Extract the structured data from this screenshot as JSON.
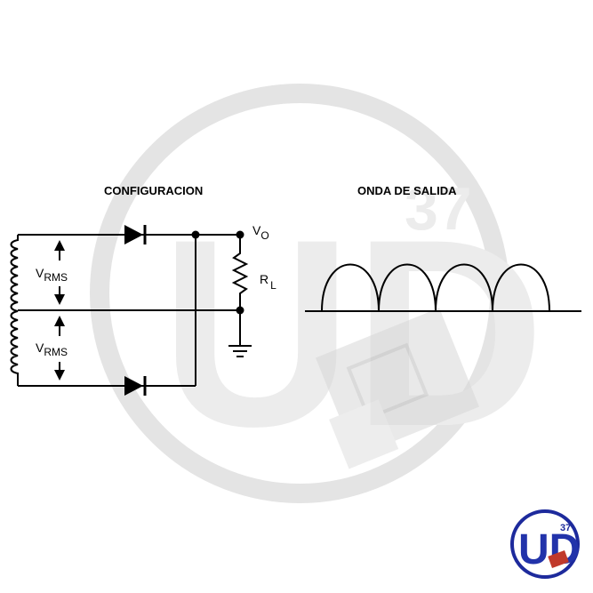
{
  "headings": {
    "configuration": "CONFIGURACION",
    "output_wave": "ONDA DE SALIDA"
  },
  "labels": {
    "v_main": "V",
    "v_sub": "O",
    "r_main": "R",
    "r_sub": "L",
    "vrms_main": "V",
    "vrms_sub": "RMS"
  },
  "watermark": {
    "text": "UD",
    "superscript": "37"
  },
  "logo": {
    "text": "UD",
    "superscript": "37"
  },
  "colors": {
    "line": "#000000",
    "watermark": "#e4e4e4",
    "logo_ring": "#1d2a9c",
    "logo_text": "#2233aa",
    "logo_accent": "#c0392b"
  }
}
